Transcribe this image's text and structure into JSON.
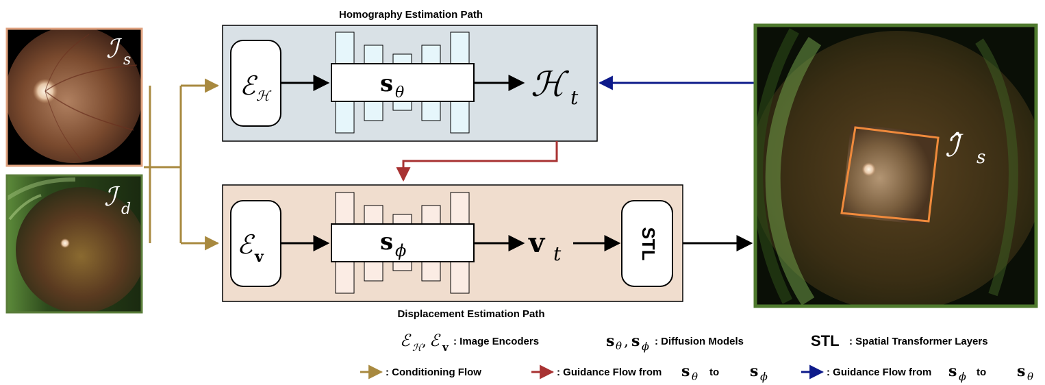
{
  "paths": {
    "homography_title": "Homography Estimation Path",
    "displacement_title": "Displacement Estimation Path"
  },
  "nodes": {
    "encoder_h": "ℰ",
    "encoder_h_sub": "ℋ",
    "score_theta": "s",
    "score_theta_sub": "θ",
    "homography_out": "ℋ",
    "homography_out_sub": "t",
    "encoder_v": "ℰ",
    "encoder_v_sub": "v",
    "score_phi": "s",
    "score_phi_sub": "ϕ",
    "displacement_out": "v",
    "displacement_out_sub": "t",
    "stl": "STL"
  },
  "images": {
    "source_label": "ℐ",
    "source_sub": "s",
    "target_label": "ℐ",
    "target_sub": "d",
    "warped_label": "ℐ̂",
    "warped_sub": "s"
  },
  "legend": {
    "encoders_symbols": "ℰ",
    "encoders_sub1": "ℋ",
    "encoders_sep": ",",
    "encoders_sub2": "v",
    "encoders_text": ": Image Encoders",
    "diffusion_s1": "s",
    "diffusion_sub1": "θ",
    "diffusion_sep": ",",
    "diffusion_s2": "s",
    "diffusion_sub2": "ϕ",
    "diffusion_text": ": Diffusion Models",
    "stl_symbol": "STL",
    "stl_text": ": Spatial Transformer Layers",
    "conditioning_text": ": Conditioning Flow",
    "guidance_red_text": ": Guidance Flow from",
    "guidance_red_from": "s",
    "guidance_red_from_sub": "θ",
    "guidance_red_to_word": "to",
    "guidance_red_to": "s",
    "guidance_red_to_sub": "ϕ",
    "guidance_blue_text": ": Guidance Flow from",
    "guidance_blue_from": "s",
    "guidance_blue_from_sub": "ϕ",
    "guidance_blue_to_word": "to",
    "guidance_blue_to": "s",
    "guidance_blue_to_sub": "θ"
  },
  "colors": {
    "conditioning": "#a8893f",
    "guidance_red": "#a83232",
    "guidance_blue": "#0d1a8a",
    "homography_panel": "#d9e1e6",
    "displacement_panel": "#f0ddce",
    "source_border": "#e0a27f",
    "target_border": "#5a7d3a",
    "warped_border": "#4f7a2e",
    "warp_box": "#f08a3c"
  }
}
